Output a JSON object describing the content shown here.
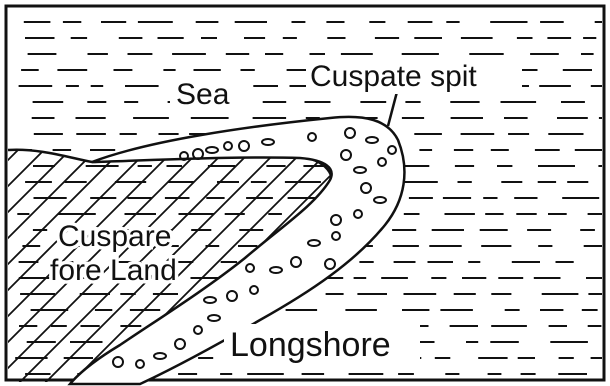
{
  "labels": {
    "sea": "Sea",
    "spit": "Cuspate spit",
    "foreland_line1": "Cuspare",
    "foreland_line2": "fore Land",
    "longshore": "Longshore"
  },
  "colors": {
    "ink": "#111111",
    "background": "#ffffff"
  }
}
